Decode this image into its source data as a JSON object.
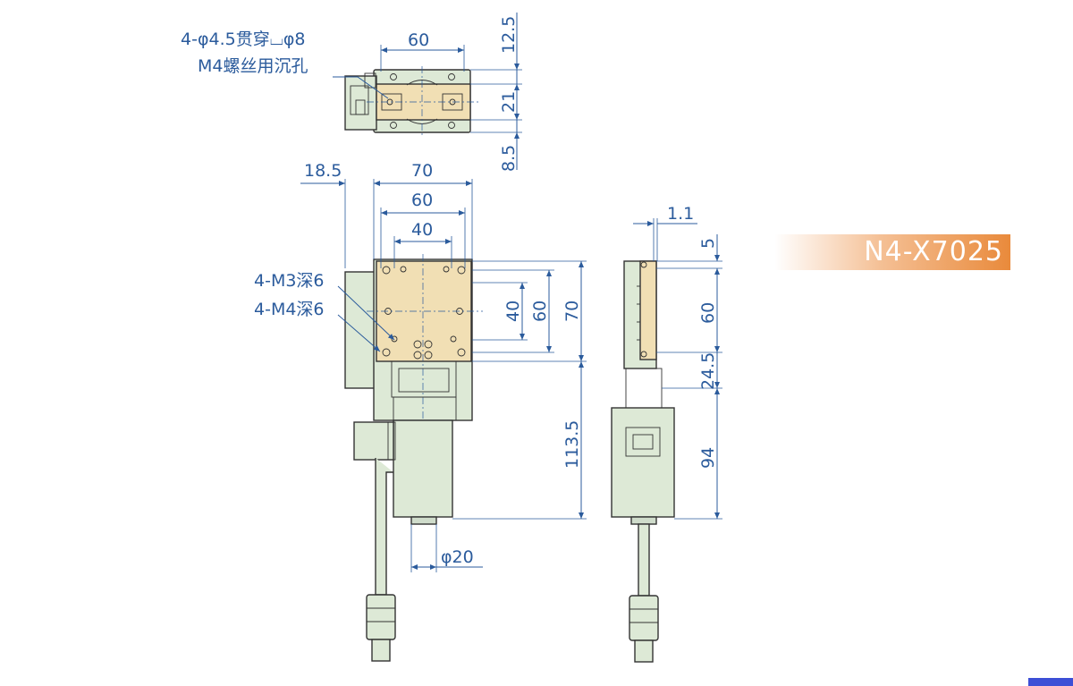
{
  "model": "N4-X7025",
  "top_view": {
    "hole_note_line1": "4-φ4.5贯穿⌴φ8",
    "hole_note_line2": "M4螺丝用沉孔",
    "width_60": "60",
    "dim_12_5": "12.5",
    "dim_21": "21",
    "dim_8_5": "8.5"
  },
  "front_view": {
    "dim_18_5": "18.5",
    "dim_70": "70",
    "dim_60": "60",
    "dim_40": "40",
    "note_m3": "4-M3深6",
    "note_m4": "4-M4深6",
    "v_40": "40",
    "v_60": "60",
    "v_70": "70",
    "v_113_5": "113.5",
    "dia_20": "φ20"
  },
  "side_view": {
    "dim_1_1": "1.1",
    "dim_5": "5",
    "dim_60": "60",
    "dim_24_5": "24.5",
    "dim_94": "94"
  },
  "colors": {
    "dimension": "#2b5b9c",
    "body_green": "#dde9d6",
    "stage_tan": "#f1dfb4",
    "badge_orange": "#e98a3b",
    "corner_block": "#3d4fd6"
  }
}
